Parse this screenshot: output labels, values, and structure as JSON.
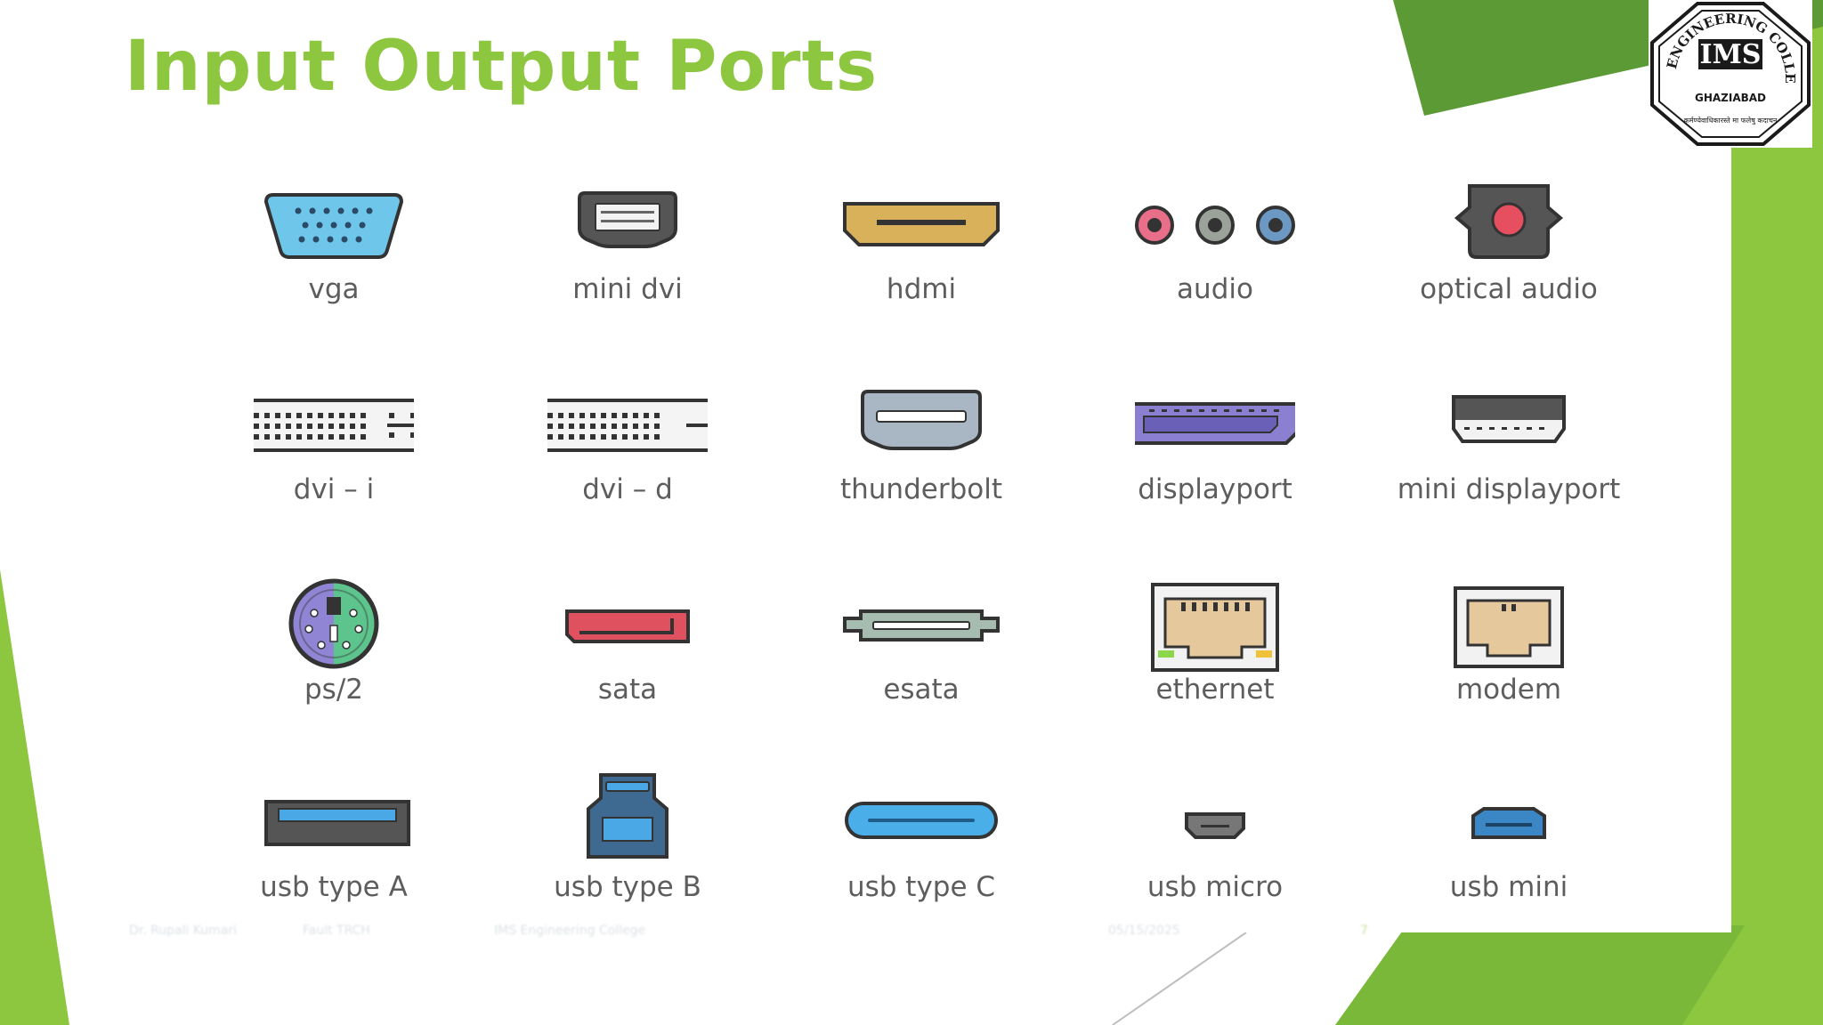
{
  "title": "Input Output Ports",
  "logo": {
    "brand": "IMS",
    "arc_text": "IMS ENGINEERING COLLEGE",
    "city": "GHAZIABAD",
    "motto": "कर्मण्येवाधिकारस्ते मा फलेषु कदाचन"
  },
  "colors": {
    "title": "#8dc63f",
    "accent_green": "#8dc63f",
    "dark_green": "#5b9a35",
    "label": "#5d5d5d"
  },
  "ports": [
    {
      "label": "vga",
      "icon": "vga-port-icon"
    },
    {
      "label": "mini dvi",
      "icon": "mini-dvi-port-icon"
    },
    {
      "label": "hdmi",
      "icon": "hdmi-port-icon"
    },
    {
      "label": "audio",
      "icon": "audio-jacks-icon"
    },
    {
      "label": "optical audio",
      "icon": "optical-audio-port-icon"
    },
    {
      "label": "dvi – i",
      "icon": "dvi-i-port-icon"
    },
    {
      "label": "dvi – d",
      "icon": "dvi-d-port-icon"
    },
    {
      "label": "thunderbolt",
      "icon": "thunderbolt-port-icon"
    },
    {
      "label": "displayport",
      "icon": "displayport-port-icon"
    },
    {
      "label": "mini displayport",
      "icon": "mini-displayport-port-icon"
    },
    {
      "label": "ps/2",
      "icon": "ps2-port-icon"
    },
    {
      "label": "sata",
      "icon": "sata-port-icon"
    },
    {
      "label": "esata",
      "icon": "esata-port-icon"
    },
    {
      "label": "ethernet",
      "icon": "ethernet-port-icon"
    },
    {
      "label": "modem",
      "icon": "modem-port-icon"
    },
    {
      "label": "usb type A",
      "icon": "usb-a-port-icon"
    },
    {
      "label": "usb type B",
      "icon": "usb-b-port-icon"
    },
    {
      "label": "usb type C",
      "icon": "usb-c-port-icon"
    },
    {
      "label": "usb micro",
      "icon": "usb-micro-port-icon"
    },
    {
      "label": "usb mini",
      "icon": "usb-mini-port-icon"
    }
  ],
  "footer": {
    "author": "Dr. Rupali Kumari",
    "subject": "Fault TRCH",
    "college": "IMS Engineering College",
    "date": "05/15/2025",
    "page": "7"
  }
}
